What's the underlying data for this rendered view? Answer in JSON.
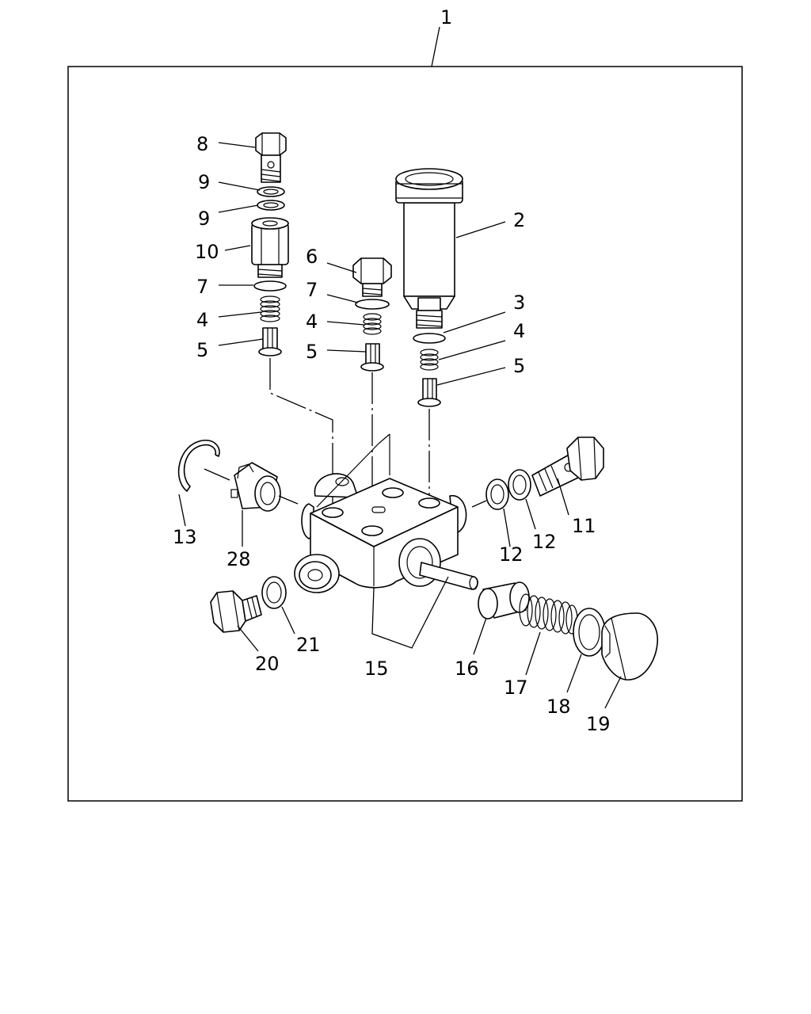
{
  "callouts": {
    "c1": "1",
    "c2": "2",
    "c3": "3",
    "c4a": "4",
    "c4b": "4",
    "c4c": "4",
    "c5a": "5",
    "c5b": "5",
    "c5c": "5",
    "c6": "6",
    "c7a": "7",
    "c7b": "7",
    "c8": "8",
    "c9a": "9",
    "c9b": "9",
    "c10": "10",
    "c11": "11",
    "c12a": "12",
    "c12b": "12",
    "c13": "13",
    "c15": "15",
    "c16": "16",
    "c17": "17",
    "c18": "18",
    "c19": "19",
    "c20": "20",
    "c21": "21",
    "c28": "28"
  }
}
